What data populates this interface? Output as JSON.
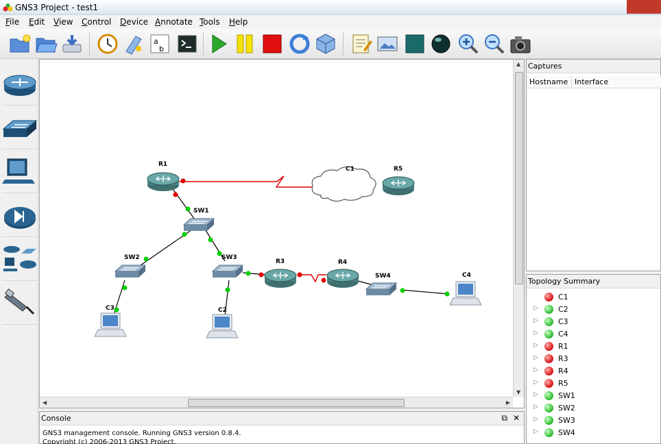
{
  "window": {
    "title": "GNS3 Project - test1"
  },
  "menu": [
    "File",
    "Edit",
    "View",
    "Control",
    "Device",
    "Annotate",
    "Tools",
    "Help"
  ],
  "toolbar": {
    "buttons": [
      "new-project-icon",
      "open-project-icon",
      "save-project-icon",
      "clock-icon",
      "snapshot-icon",
      "text-icon",
      "console-icon",
      "start-icon",
      "pause-icon",
      "stop-icon",
      "reload-icon",
      "virtualbox-icon",
      "note-icon",
      "screenshot-icon",
      "rectangle-icon",
      "ellipse-icon",
      "zoom-in-icon",
      "zoom-out-icon",
      "capture-icon"
    ]
  },
  "devices": [
    "router-icon",
    "switch-icon",
    "host-icon",
    "appliance-icon",
    "all-devices-icon",
    "cable-icon"
  ],
  "topology": {
    "nodes": [
      {
        "name": "R1",
        "type": "router"
      },
      {
        "name": "C1",
        "type": "cloud"
      },
      {
        "name": "R5",
        "type": "router"
      },
      {
        "name": "SW1",
        "type": "switch"
      },
      {
        "name": "SW2",
        "type": "switch"
      },
      {
        "name": "SW3",
        "type": "switch"
      },
      {
        "name": "R3",
        "type": "router"
      },
      {
        "name": "R4",
        "type": "router"
      },
      {
        "name": "SW4",
        "type": "switch"
      },
      {
        "name": "C3",
        "type": "host"
      },
      {
        "name": "C2",
        "type": "host"
      },
      {
        "name": "C4",
        "type": "host"
      }
    ]
  },
  "captures": {
    "title": "Captures",
    "columns": [
      "Hostname",
      "Interface"
    ]
  },
  "topology_summary": {
    "title": "Topology Summary",
    "items": [
      {
        "name": "C1",
        "status": "red",
        "expandable": false
      },
      {
        "name": "C2",
        "status": "green",
        "expandable": true
      },
      {
        "name": "C3",
        "status": "green",
        "expandable": true
      },
      {
        "name": "C4",
        "status": "green",
        "expandable": true
      },
      {
        "name": "R1",
        "status": "red",
        "expandable": true
      },
      {
        "name": "R3",
        "status": "red",
        "expandable": true
      },
      {
        "name": "R4",
        "status": "red",
        "expandable": true
      },
      {
        "name": "R5",
        "status": "red",
        "expandable": true
      },
      {
        "name": "SW1",
        "status": "green",
        "expandable": true
      },
      {
        "name": "SW2",
        "status": "green",
        "expandable": true
      },
      {
        "name": "SW3",
        "status": "green",
        "expandable": true
      },
      {
        "name": "SW4",
        "status": "green",
        "expandable": true
      }
    ]
  },
  "console": {
    "title": "Console",
    "lines": [
      "GNS3 management console. Running GNS3 version 0.8.4.",
      "Copyright (c) 2006-2013 GNS3 Project."
    ]
  },
  "colors": {
    "link_up": "#00d000",
    "link_down": "#e00000",
    "serial_link": "#e00000"
  }
}
